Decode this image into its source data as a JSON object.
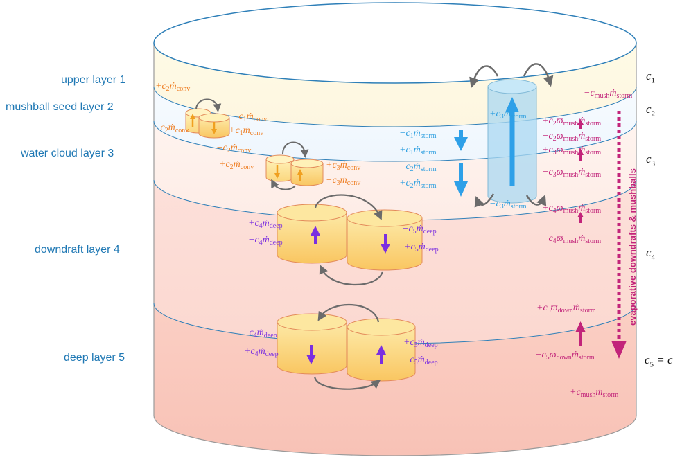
{
  "layers": {
    "upper": "upper layer 1",
    "seed": "mushball seed layer 2",
    "water": "water cloud layer 3",
    "downdraft": "downdraft layer 4",
    "deep": "deep layer 5"
  },
  "levels": {
    "c1": "c",
    "c1_sub": "1",
    "c2": "c",
    "c2_sub": "2",
    "c3": "c",
    "c3_sub": "3",
    "c4": "c",
    "c4_sub": "4",
    "c5": "c",
    "c5_sub": "5",
    "c5_eq": " = c"
  },
  "side_label": "evaporative downdrafts & mushballs",
  "fluxes": {
    "conv_plus_c2_top": {
      "sign": "+c",
      "idx": "2",
      "sym": "ṁ",
      "sub": "conv"
    },
    "conv_minus_c1": {
      "sign": "−c",
      "idx": "1",
      "sym": "ṁ",
      "sub": "conv"
    },
    "conv_plus_c1": {
      "sign": "+c",
      "idx": "1",
      "sym": "ṁ",
      "sub": "conv"
    },
    "conv_minus_c2_left": {
      "sign": "−c",
      "idx": "2",
      "sym": "ṁ",
      "sub": "conv"
    },
    "conv_minus_c2_mid": {
      "sign": "−c",
      "idx": "2",
      "sym": "ṁ",
      "sub": "conv"
    },
    "conv_plus_c2_mid": {
      "sign": "+c",
      "idx": "2",
      "sym": "ṁ",
      "sub": "conv"
    },
    "conv_plus_c3": {
      "sign": "+c",
      "idx": "3",
      "sym": "ṁ",
      "sub": "conv"
    },
    "conv_minus_c3": {
      "sign": "−c",
      "idx": "3",
      "sym": "ṁ",
      "sub": "conv"
    },
    "storm_minus_c1": {
      "sign": "−c",
      "idx": "1",
      "sym": "ṁ",
      "sub": "storm"
    },
    "storm_plus_c1": {
      "sign": "+c",
      "idx": "1",
      "sym": "ṁ",
      "sub": "storm"
    },
    "storm_minus_c2": {
      "sign": "−c",
      "idx": "2",
      "sym": "ṁ",
      "sub": "storm"
    },
    "storm_plus_c2": {
      "sign": "+c",
      "idx": "2",
      "sym": "ṁ",
      "sub": "storm"
    },
    "storm_plus_c3": {
      "sign": "+c",
      "idx": "3",
      "sym": "ṁ",
      "sub": "storm"
    },
    "storm_minus_c3": {
      "sign": "−c",
      "idx": "3",
      "sym": "ṁ",
      "sub": "storm"
    },
    "deep_plus_c4_a": {
      "sign": "+c",
      "idx": "4",
      "sym": "ṁ",
      "sub": "deep"
    },
    "deep_minus_c4_a": {
      "sign": "−c",
      "idx": "4",
      "sym": "ṁ",
      "sub": "deep"
    },
    "deep_minus_c5_a": {
      "sign": "−c",
      "idx": "5",
      "sym": "ṁ",
      "sub": "deep"
    },
    "deep_plus_c5_a": {
      "sign": "+c",
      "idx": "5",
      "sym": "ṁ",
      "sub": "deep"
    },
    "deep_minus_c4_b": {
      "sign": "−c",
      "idx": "4",
      "sym": "ṁ",
      "sub": "deep"
    },
    "deep_plus_c4_b": {
      "sign": "+c",
      "idx": "4",
      "sym": "ṁ",
      "sub": "deep"
    },
    "deep_plus_c5_b": {
      "sign": "+c",
      "idx": "5",
      "sym": "ṁ",
      "sub": "deep"
    },
    "deep_minus_c5_b": {
      "sign": "−c",
      "idx": "5",
      "sym": "ṁ",
      "sub": "deep"
    },
    "mush_minus_top": {
      "sign": "−c",
      "idx": "mush",
      "sym": "ṁ",
      "sub": "storm"
    },
    "mush_plus_c2": {
      "sign": "+c",
      "idx": "2",
      "sym": "ϖ",
      "symsub": "mush",
      "sym2": "ṁ",
      "sub": "storm"
    },
    "mush_minus_c2": {
      "sign": "−c",
      "idx": "2",
      "sym": "ϖ",
      "symsub": "mush",
      "sym2": "ṁ",
      "sub": "storm"
    },
    "mush_plus_c3": {
      "sign": "+c",
      "idx": "3",
      "sym": "ϖ",
      "symsub": "mush",
      "sym2": "ṁ",
      "sub": "storm"
    },
    "mush_minus_c3": {
      "sign": "−c",
      "idx": "3",
      "sym": "ϖ",
      "symsub": "mush",
      "sym2": "ṁ",
      "sub": "storm"
    },
    "mush_plus_c4": {
      "sign": "+c",
      "idx": "4",
      "sym": "ϖ",
      "symsub": "mush",
      "sym2": "ṁ",
      "sub": "storm"
    },
    "mush_minus_c4": {
      "sign": "−c",
      "idx": "4",
      "sym": "ϖ",
      "symsub": "mush",
      "sym2": "ṁ",
      "sub": "storm"
    },
    "down_plus_c5": {
      "sign": "+c",
      "idx": "5",
      "sym": "ϖ",
      "symsub": "down",
      "sym2": "ṁ",
      "sub": "storm"
    },
    "down_minus_c5": {
      "sign": "−c",
      "idx": "5",
      "sym": "ϖ",
      "symsub": "down",
      "sym2": "ṁ",
      "sub": "storm"
    },
    "mush_plus_bottom": {
      "sign": "+c",
      "idx": "mush",
      "sym": "ṁ",
      "sub": "storm"
    }
  },
  "colors": {
    "layer_label": "#1f78b4",
    "conv": "#ee7d22",
    "storm": "#2e9fe0",
    "deep": "#7b2fe0",
    "mush": "#c2247a"
  }
}
